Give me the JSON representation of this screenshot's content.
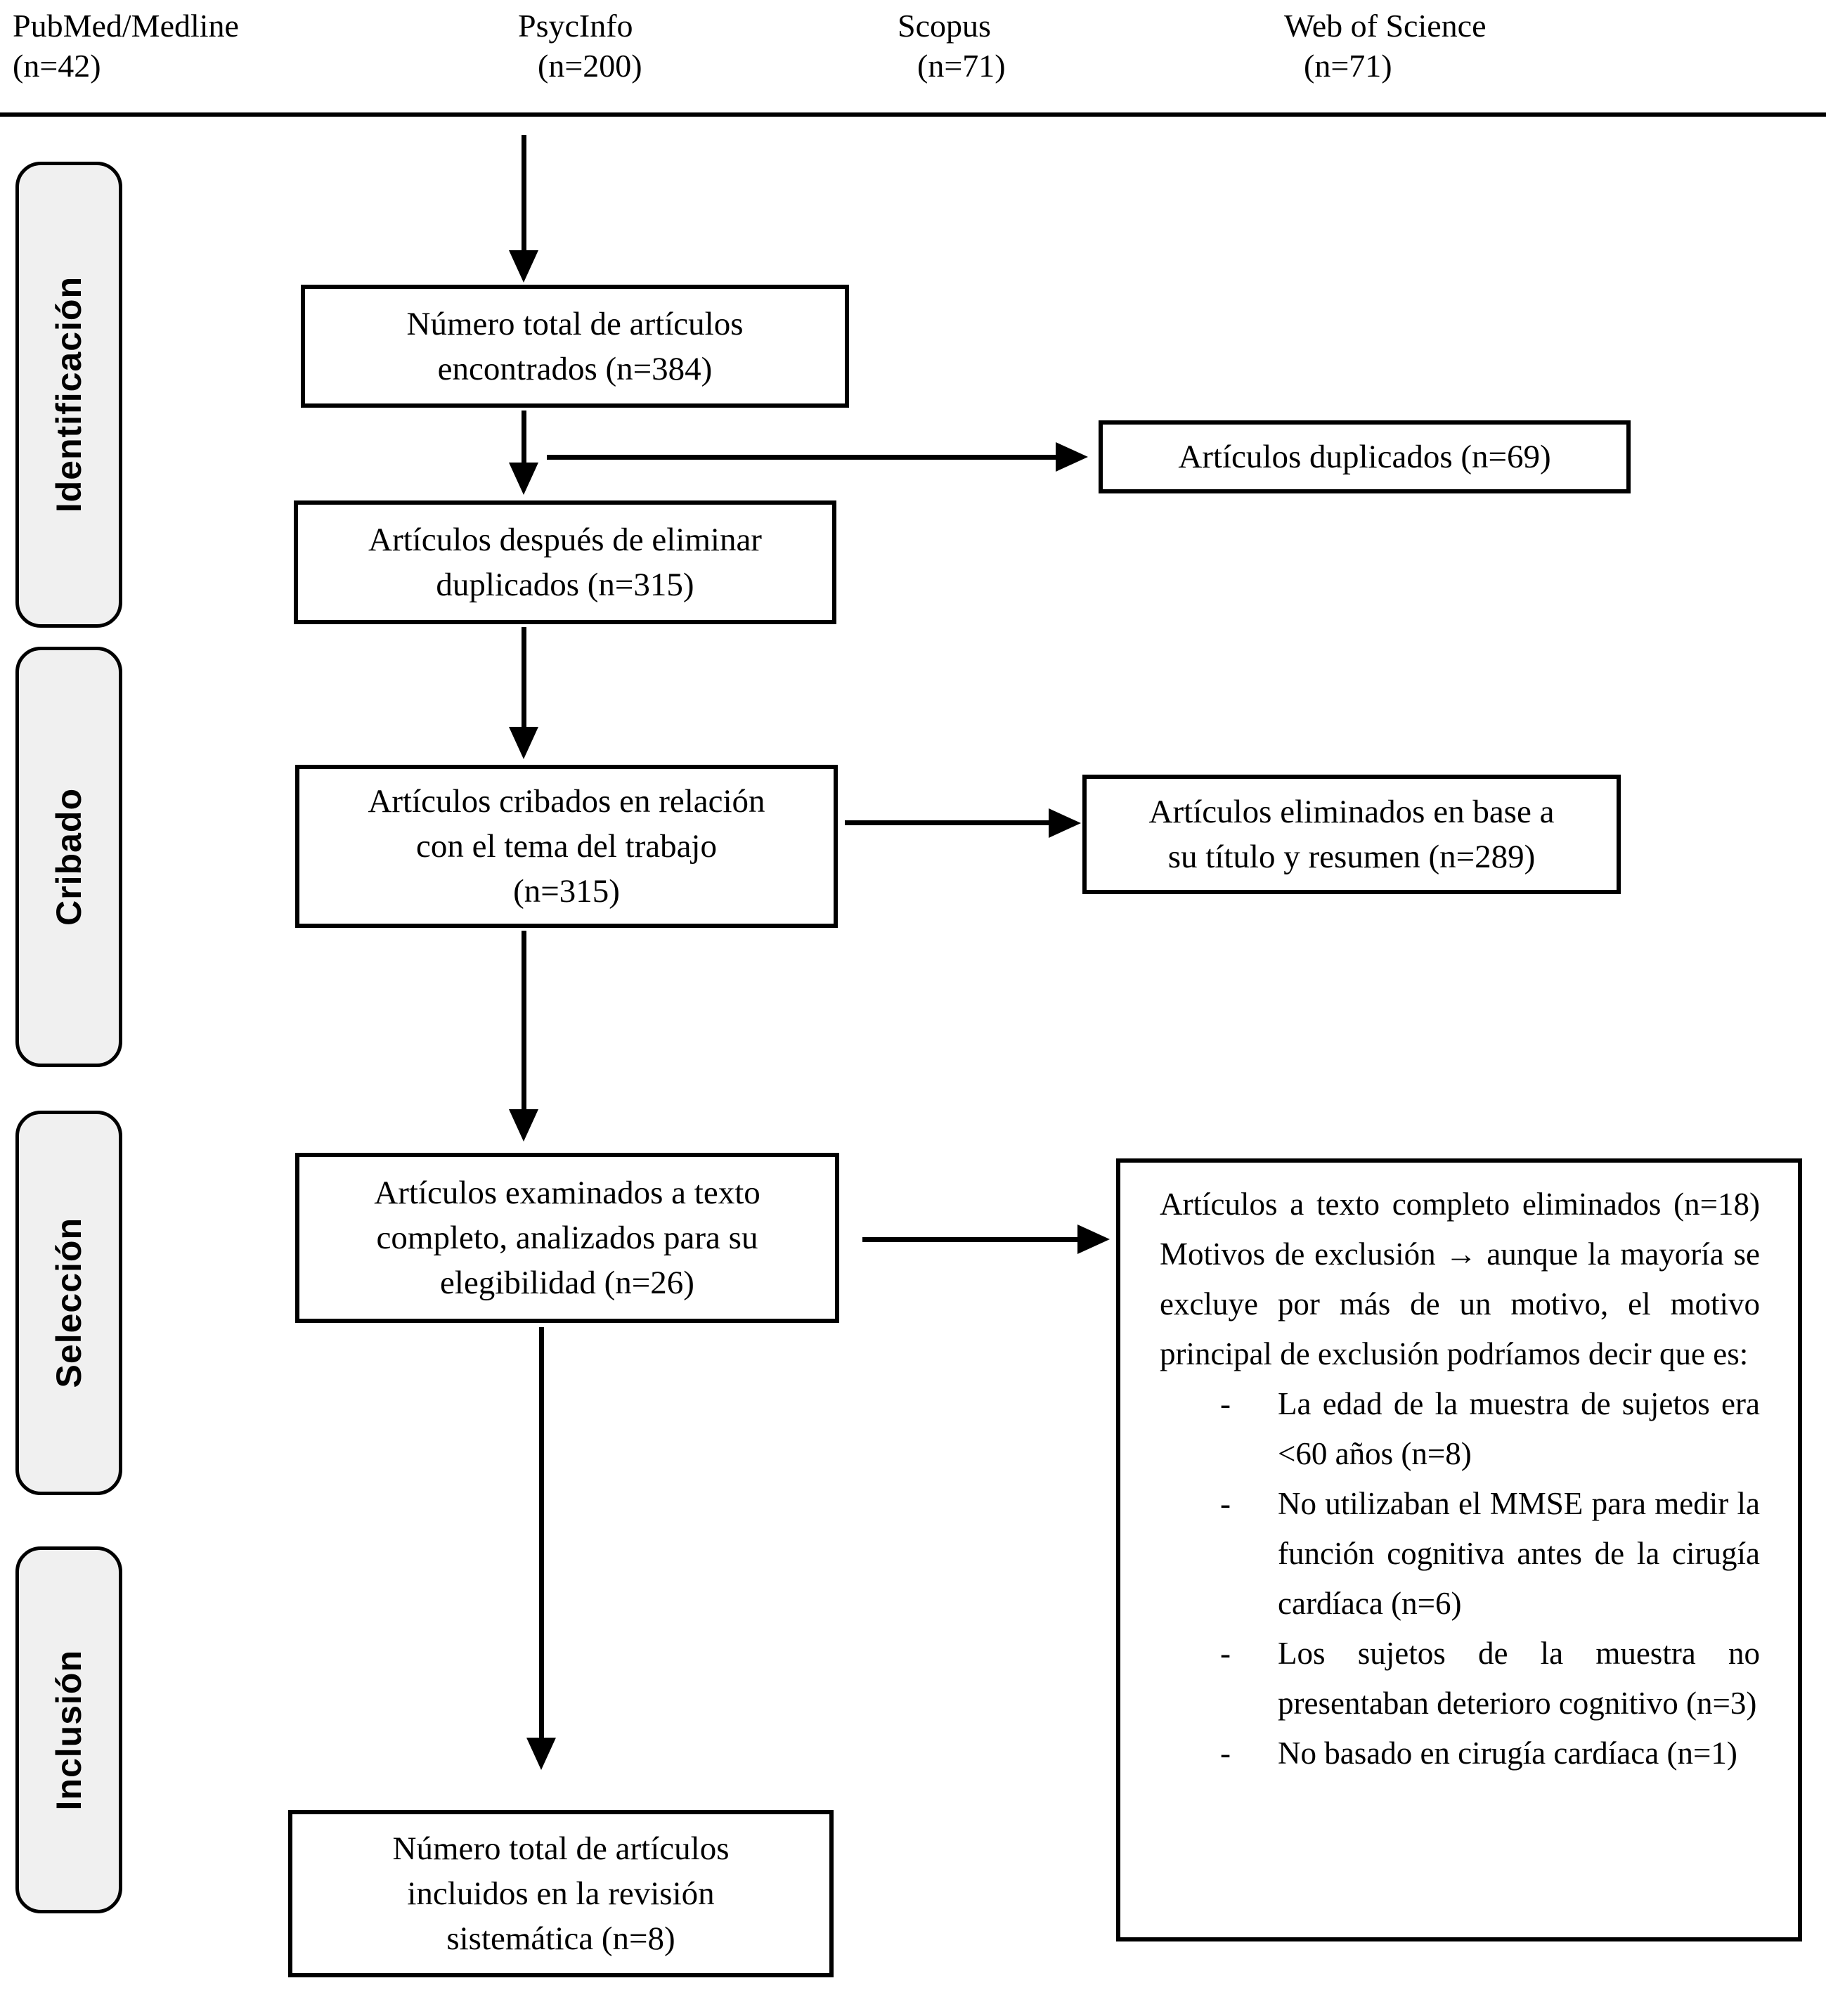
{
  "header": {
    "sources": [
      {
        "name": "PubMed/Medline",
        "count": "(n=42)"
      },
      {
        "name": "PsycInfo",
        "count": "(n=200)"
      },
      {
        "name": "Scopus",
        "count": "(n=71)"
      },
      {
        "name": "Web of Science",
        "count": "(n=71)"
      }
    ]
  },
  "stages": {
    "identification": "Identificación",
    "screening": "Cribado",
    "selection": "Selección",
    "inclusion": "Inclusión"
  },
  "flow": {
    "total_found": "Número total de artículos\nencontrados (n=384)",
    "duplicates": "Artículos duplicados (n=69)",
    "after_duplicates": "Artículos después de eliminar\nduplicados (n=315)",
    "screened": "Artículos cribados en relación\ncon el tema del trabajo\n(n=315)",
    "excluded_title_abstract": "Artículos eliminados en base a\nsu título y resumen (n=289)",
    "fulltext_assessed": "Artículos examinados a texto\ncompleto, analizados para su\nelegibilidad (n=26)",
    "included": "Número total de artículos\nincluidos en la revisión\nsistemática (n=8)"
  },
  "exclusion": {
    "paragraph": "Artículos a texto completo eliminados (n=18) Motivos de exclusión → aunque la mayoría se excluye por más de un motivo, el motivo principal de exclusión podríamos decir que es:",
    "marker": "-",
    "reasons": [
      "La edad de la muestra de sujetos era <60 años (n=8)",
      "No utilizaban el MMSE para medir la función cognitiva antes de la cirugía cardíaca (n=6)",
      "Los sujetos de la muestra no presentaban deterioro cognitivo (n=3)",
      "No basado en cirugía cardíaca (n=1)"
    ]
  },
  "colors": {
    "background": "#ffffff",
    "line": "#000000",
    "stage_fill": "#f0f0f0"
  }
}
